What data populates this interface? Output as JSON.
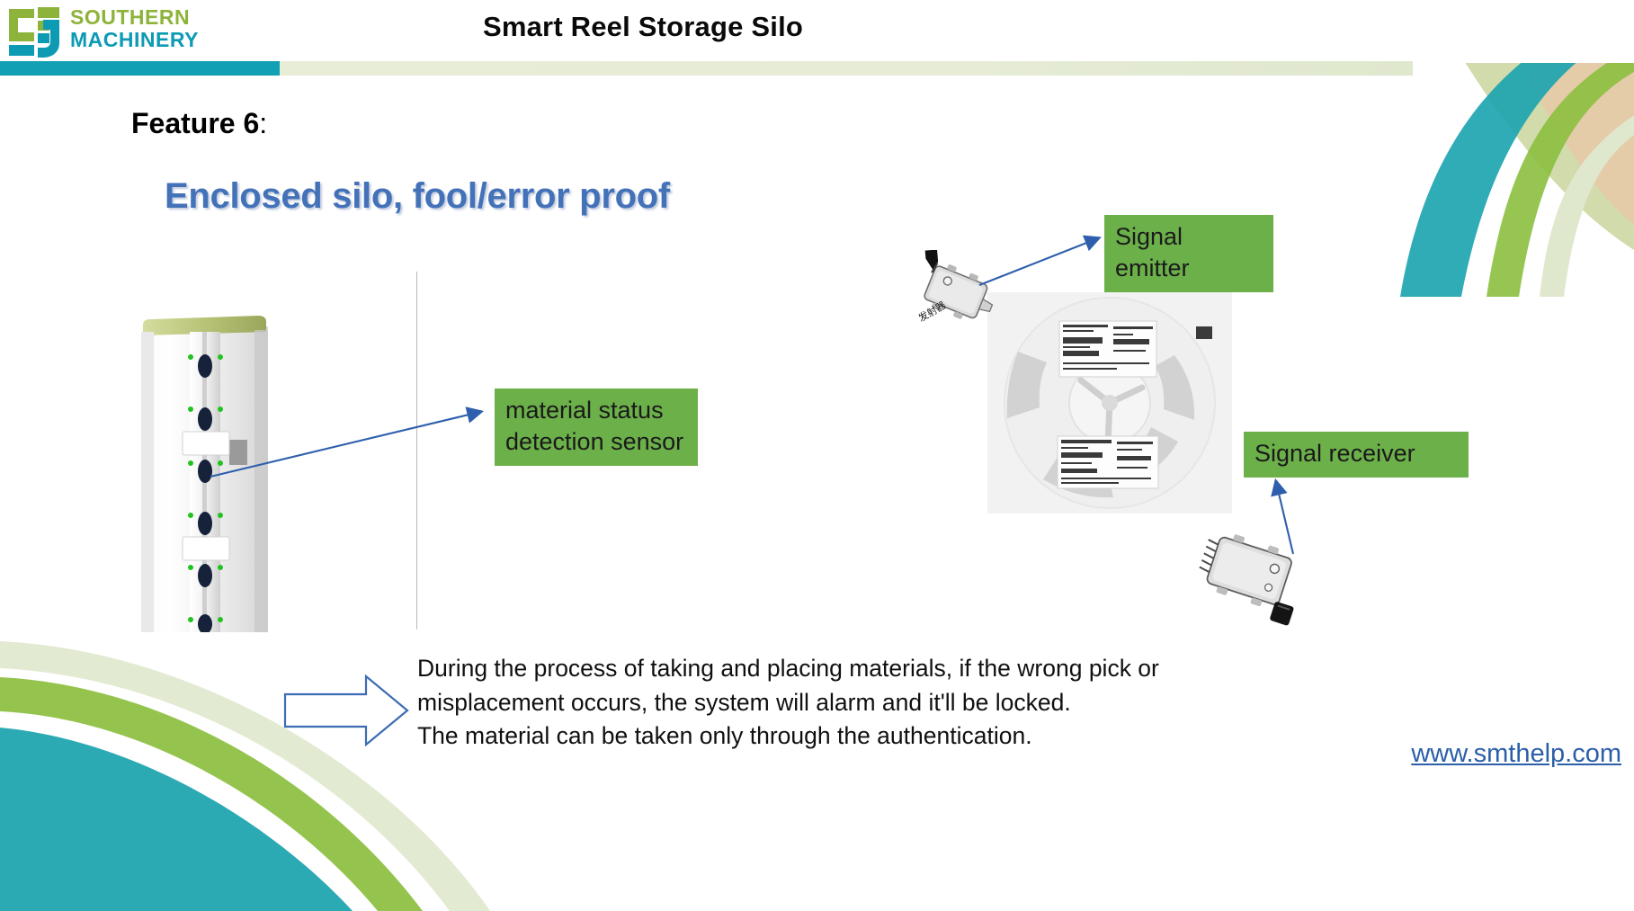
{
  "header": {
    "logo_line_1": "SOUTHERN",
    "logo_line_2": "MACHINERY",
    "logo_icon_name": "southern-machinery-logo",
    "title": "Smart Reel Storage Silo",
    "brand_green": "#8DB33A",
    "brand_teal": "#0C9BB3",
    "bar_teal": "#12A0B4"
  },
  "body": {
    "feature_number_label": "Feature 6",
    "feature_colon": ":",
    "subtitle": "Enclosed silo, fool/error proof",
    "subtitle_color": "#4472B9"
  },
  "labels": {
    "material_status": "material status\ndetection sensor",
    "signal_emitter": "Signal emitter",
    "signal_receiver": "Signal receiver",
    "green": "#6CB04A"
  },
  "images": {
    "silo_caption": "smart-reel-storage-silo-column",
    "reel_caption": "component-reel-with-label",
    "emitter_caption": "signal-emitter-sensor-device",
    "receiver_caption": "signal-receiver-sensor-device",
    "emitter_device_text": "发射器"
  },
  "bottom": {
    "paragraph": "During the process of taking and placing materials, if the wrong pick or\nmisplacement occurs, the system will alarm and it'll be locked.\nThe material can be taken only through the authentication."
  },
  "footer": {
    "link": "www.smthelp.com",
    "link_color": "#2B5FA8"
  }
}
